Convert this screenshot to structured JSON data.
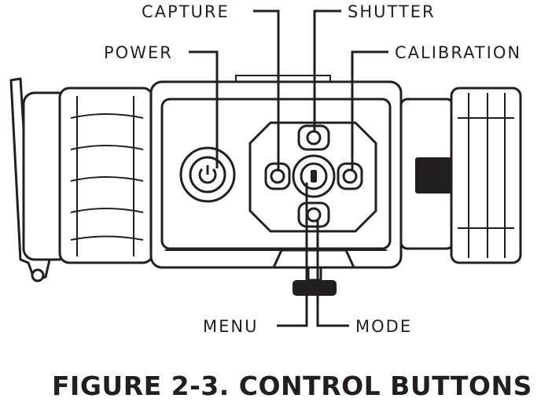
{
  "labels": {
    "capture": "CAPTURE",
    "shutter": "SHUTTER",
    "power": "POWER",
    "calibration": "CALIBRATION",
    "menu": "MENU",
    "mode": "MODE"
  },
  "caption": "FIGURE 2-3. CONTROL BUTTONS",
  "colors": {
    "ink": "#231f20",
    "background": "#ffffff"
  },
  "icons": [
    "power-icon",
    "shutter-icon",
    "capture-icon",
    "calibration-icon",
    "menu-icon",
    "mode-icon"
  ]
}
